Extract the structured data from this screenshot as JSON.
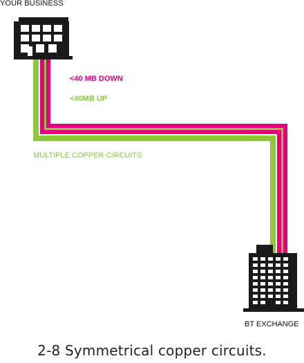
{
  "diagram": {
    "business_label": "YOUR BUSINESS",
    "download_label": "<40 MB DOWN",
    "upload_label": "<40MB UP",
    "circuits_label": "MULTIPLE COPPER CIRCUITS",
    "exchange_label": "BT EXCHANGE",
    "caption": "2-8 Symmetrical copper circuits.",
    "icons": {
      "business": "office-building-icon",
      "exchange": "exchange-building-icon"
    },
    "colors": {
      "magenta": "#e6007e",
      "green": "#8dc63f",
      "black": "#1a1a1a"
    }
  }
}
